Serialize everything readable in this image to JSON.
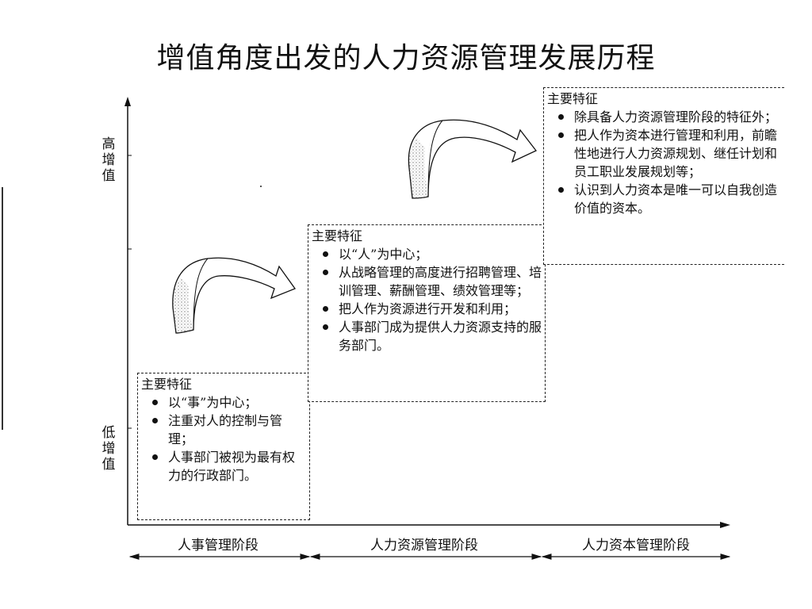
{
  "title": "增值角度出发的人力资源管理发展历程",
  "y_axis": {
    "high": "高增值",
    "low": "低增值"
  },
  "stages": [
    {
      "label": "人事管理阶段",
      "heading": "主要特征",
      "items": [
        "以“事”为中心；",
        "注重对人的控制与管理；",
        "人事部门被视为最有权力的行政部门。"
      ]
    },
    {
      "label": "人力资源管理阶段",
      "heading": "主要特征",
      "items": [
        "以“人”为中心；",
        "从战略管理的高度进行招聘管理、培训管理、薪酬管理、绩效管理等；",
        "把人作为资源进行开发和利用；",
        "人事部门成为提供人力资源支持的服务部门。"
      ]
    },
    {
      "label": "人力资本管理阶段",
      "heading": "主要特征",
      "items": [
        "除具备人力资源管理阶段的特征外；",
        "把人作为资本进行管理和利用，前瞻性地进行人力资源规划、继任计划和员工职业发展规划等；",
        "认识到人力资本是唯一可以自我创造价值的资本。"
      ]
    }
  ],
  "colors": {
    "ink": "#111111",
    "arrow_fill": "#ffffff",
    "arrow_stipple": "#777777"
  }
}
